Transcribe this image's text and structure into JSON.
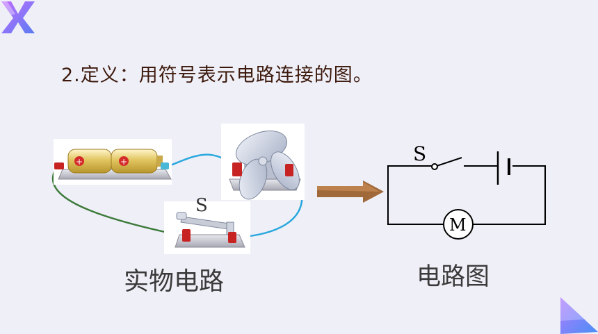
{
  "heading": "2.定义：用符号表示电路连接的图。",
  "physical_label": "实物电路",
  "schematic_label": "电路图",
  "switch_letter_physical": "S",
  "switch_letter_schematic": "S",
  "motor_letter": "M",
  "colors": {
    "background": "#efeff8",
    "heading": "#3d1a0d",
    "wire_blue": "#29a8dd",
    "wire_green": "#3d7a3a",
    "arrow": "#a0693a",
    "corner_accent": "#8a5cf6"
  }
}
